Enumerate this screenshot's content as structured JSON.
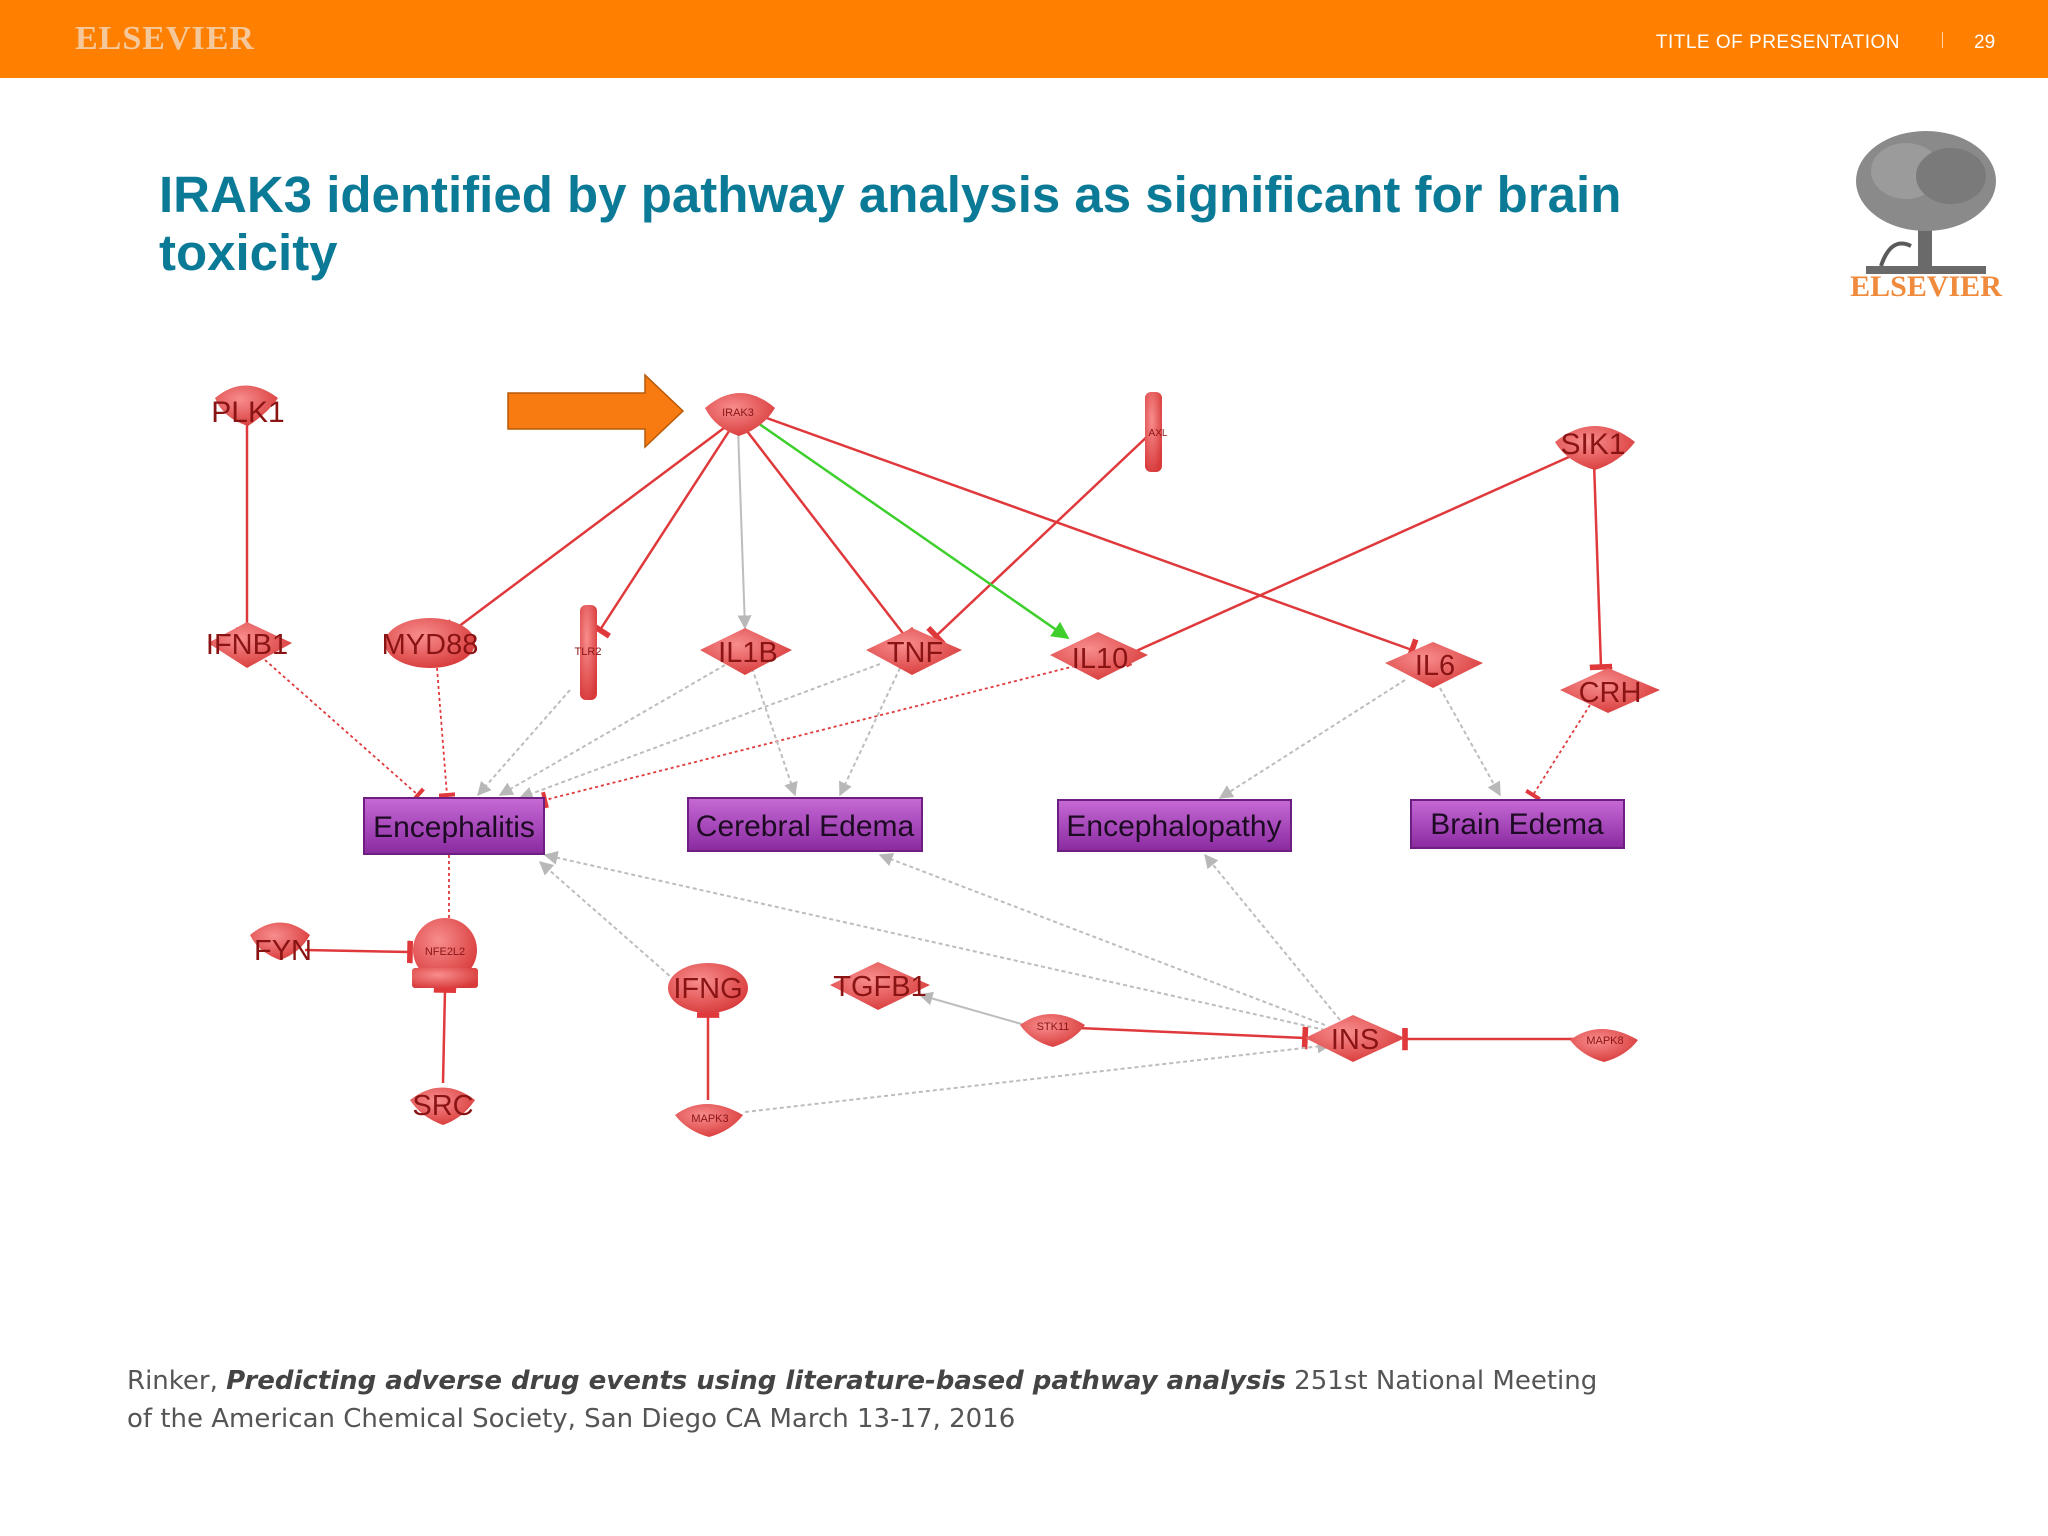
{
  "header": {
    "brand": "ELSEVIER",
    "presentation_title": "TITLE OF PRESENTATION",
    "page_number": "29"
  },
  "slide": {
    "title": "IRAK3 identified by pathway analysis as significant for brain toxicity",
    "logo_text": "ELSEVIER"
  },
  "network": {
    "nodes": {
      "plk1": "PLK1",
      "irak3": "IRAK3",
      "axl": "AXL",
      "sik1": "SIK1",
      "ifnb1": "IFNB1",
      "myd88": "MYD88",
      "tlr2": "TLR2",
      "il1b": "IL1B",
      "tnf": "TNF",
      "il10": "IL10",
      "il6": "IL6",
      "crh": "CRH",
      "fyn": "FYN",
      "nfe2l2": "NFE2L2",
      "src": "SRC",
      "ifng": "IFNG",
      "tgfb1": "TGFB1",
      "stk11": "STK11",
      "ins": "INS",
      "mapk8": "MAPK8",
      "mapk3": "MAPK3"
    },
    "diseases": {
      "encephalitis": "Encephalitis",
      "cerebral_edema": "Cerebral Edema",
      "encephalopathy": "Encephalopathy",
      "brain_edema": "Brain Edema"
    },
    "colors": {
      "gene": "#e84a4a",
      "disease": "#9c2fb0",
      "inhibit_edge": "#e0393c",
      "regulate_edge": "#c0c0c0",
      "activate_edge": "#3ecf2c",
      "arrow": "#f77b10"
    }
  },
  "citation": {
    "author": "Rinker, ",
    "work": "Predicting adverse drug events using literature-based pathway analysis",
    "venue": " 251st National Meeting of the American Chemical Society, San Diego CA  March 13-17, 2016"
  }
}
